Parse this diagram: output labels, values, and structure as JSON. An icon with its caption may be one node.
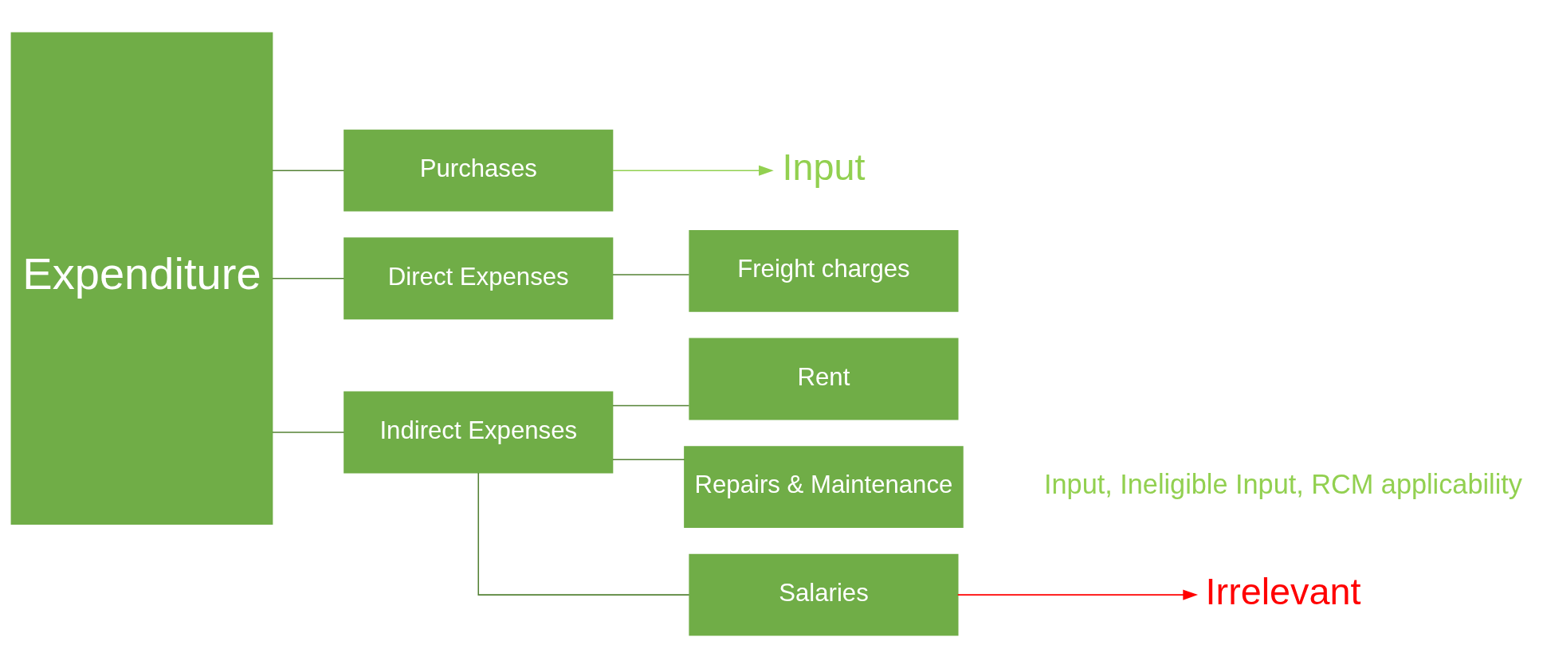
{
  "diagram": {
    "nodes": [
      {
        "text": [
          "Expenditure"
        ]
      },
      {
        "text": [
          "Purchases"
        ]
      },
      {
        "text": [
          "Direct Expenses"
        ]
      },
      {
        "text": [
          "Indirect Expenses"
        ]
      },
      {
        "text": [
          "Input"
        ]
      },
      {
        "text": [
          "Freight charges"
        ]
      },
      {
        "text": [
          "Rent"
        ]
      },
      {
        "text": [
          "Repairs & Maintenance"
        ]
      },
      {
        "text": [
          "Salaries"
        ]
      },
      {
        "text": [
          "Irrelevant"
        ]
      }
    ],
    "edges": [
      {
        "from": 0,
        "to": 1,
        "arrow": "none"
      },
      {
        "from": 0,
        "to": 2,
        "arrow": "none"
      },
      {
        "from": 0,
        "to": 3,
        "arrow": "none"
      },
      {
        "from": 1,
        "to": 4,
        "arrow": "to",
        "color": "#92d050"
      },
      {
        "from": 2,
        "to": 5,
        "arrow": "none"
      },
      {
        "from": 3,
        "to": 6,
        "arrow": "none"
      },
      {
        "from": 3,
        "to": 7,
        "arrow": "none"
      },
      {
        "from": 3,
        "to": 8,
        "arrow": "none"
      },
      {
        "from": 8,
        "to": 9,
        "arrow": "to",
        "color": "#ff0000"
      }
    ],
    "labels": [
      "Input, Ineligible Input, RCM applicability"
    ]
  }
}
